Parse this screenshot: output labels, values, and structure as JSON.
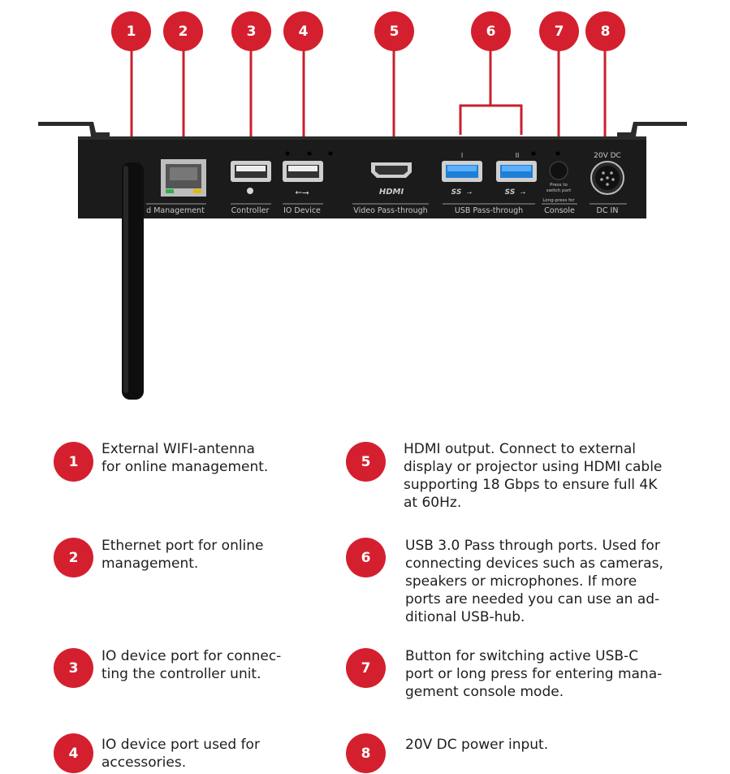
{
  "callouts": [
    {
      "number": "1",
      "description": "External WIFI-antenna\nfor online management."
    },
    {
      "number": "2",
      "description": "Ethernet port for online\nmanagement."
    },
    {
      "number": "3",
      "description": "IO device port for connec-\nting the controller unit."
    },
    {
      "number": "4",
      "description": "IO device port used for\naccessories."
    },
    {
      "number": "5",
      "description": "HDMI output. Connect to external\ndisplay or projector using HDMI cable\nsupporting 18 Gbps to ensure full 4K\nat 60Hz."
    },
    {
      "number": "6",
      "description": "USB 3.0 Pass through ports. Used for\nconnecting devices such as cameras,\nspeakers or microphones. If more\nports are needed you can use an ad-\nditional USB-hub."
    },
    {
      "number": "7",
      "description": "Button for switching active USB-C\nport or long press for entering mana-\ngement console mode."
    },
    {
      "number": "8",
      "description": "20V DC power input."
    }
  ],
  "device_labels": {
    "management": "d Management",
    "controller": "Controller",
    "io_device": "IO Device",
    "video": "Video Pass-through",
    "usb": "USB Pass-through",
    "console": "Console",
    "dc_in": "DC IN",
    "dc_voltage": "20V DC",
    "hdmi_logo": "HDMI",
    "usb_roman_1": "I",
    "usb_roman_2": "II",
    "ss_1": "SS",
    "ss_2": "SS",
    "press_line1": "Press to",
    "press_line2": "switch port",
    "long_press": "Long-press for"
  },
  "colors": {
    "badge_red": "#d4202e",
    "device_body": "#1b1b1b",
    "usb3_blue": "#1f7fd6",
    "leader_red": "#c8202d"
  }
}
